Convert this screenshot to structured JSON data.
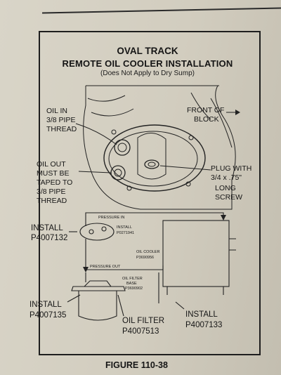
{
  "figure": {
    "title_line1": "OVAL TRACK",
    "title_line2": "REMOTE OIL COOLER INSTALLATION",
    "subtitle": "(Does Not Apply to Dry Sump)",
    "caption": "FIGURE 110-38"
  },
  "labels": {
    "oil_in_1": "OIL IN",
    "oil_in_2": "3/8 PIPE",
    "oil_in_3": "THREAD",
    "front_1": "FRONT OF",
    "front_2": "BLOCK",
    "oil_out_1": "OIL OUT",
    "oil_out_2": "MUST BE",
    "oil_out_3": "TAPED TO",
    "oil_out_4": "3/8 PIPE",
    "oil_out_5": "THREAD",
    "plug_1": "PLUG WITH",
    "plug_2": "3/4 x .75\"",
    "plug_3": "LONG",
    "plug_4": "SCREW",
    "install_a_1": "INSTALL",
    "install_a_2": "P4007132",
    "install_b_1": "INSTALL",
    "install_b_2": "P0271941",
    "pressure_in": "PRESSURE IN",
    "oil_cooler_1": "OIL COOLER",
    "oil_cooler_2": "P3690956",
    "pressure_out": "PRESSURE OUT",
    "filter_base_1": "OIL FILTER",
    "filter_base_2": "BASE",
    "filter_base_3": "P3690902",
    "install_c_1": "INSTALL",
    "install_c_2": "P4007135",
    "oil_filter_1": "OIL FILTER",
    "oil_filter_2": "P4007513",
    "install_d_1": "INSTALL",
    "install_d_2": "P4007133"
  }
}
